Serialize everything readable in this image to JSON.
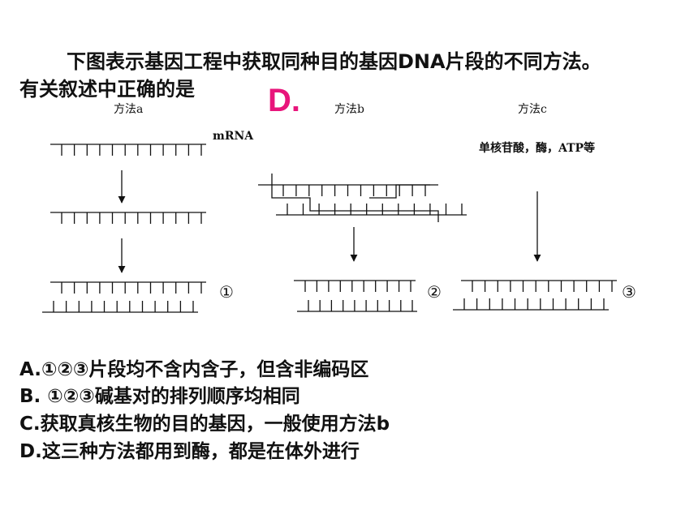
{
  "question": {
    "line1": "下图表示基因工程中获取同种目的基因DNA片段的不同方法。",
    "line2": "有关叙述中正确的是",
    "answer": "D."
  },
  "diagram": {
    "method_a": "方法a",
    "method_b": "方法b",
    "method_c": "方法c",
    "mrna_label": "mRNA",
    "c_materials": "单核苷酸，酶，ATP等",
    "products": [
      "①",
      "②",
      "③"
    ]
  },
  "options": [
    "A.①②③片段均不含内含子，但含非编码区",
    "B. ①②③碱基对的排列顺序均相同",
    "C.获取真核生物的目的基因，一般使用方法b",
    "D.这三种方法都用到酶，都是在体外进行"
  ]
}
